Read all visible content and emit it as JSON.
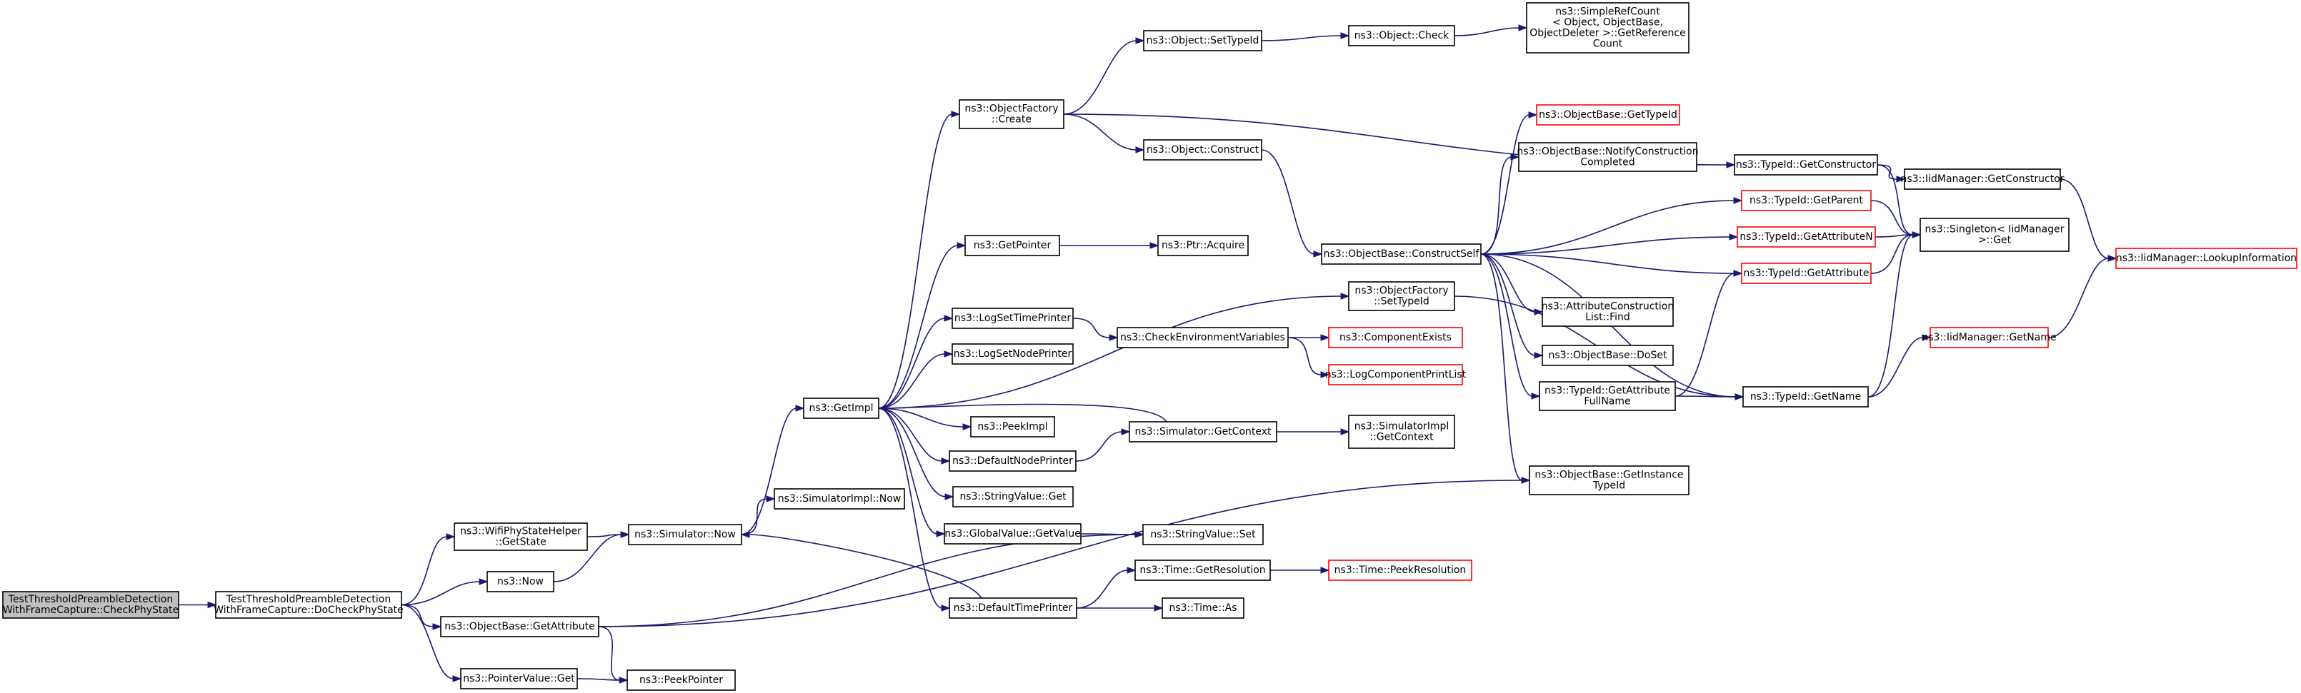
{
  "colors": {
    "edge": "#191970",
    "truncated_border": "#ff0000",
    "root_fill": "#bfbfbf"
  },
  "nodes": [
    {
      "id": "root",
      "lines": [
        "TestThresholdPreambleDetection",
        "WithFrameCapture::CheckPhyState"
      ],
      "style": "root"
    },
    {
      "id": "docheck",
      "lines": [
        "TestThresholdPreambleDetection",
        "WithFrameCapture::DoCheckPhyState"
      ]
    },
    {
      "id": "wifigetstate",
      "lines": [
        "ns3::WifiPhyStateHelper",
        "::GetState"
      ]
    },
    {
      "id": "now",
      "lines": [
        "ns3::Now"
      ]
    },
    {
      "id": "objbasegetattr",
      "lines": [
        "ns3::ObjectBase::GetAttribute"
      ]
    },
    {
      "id": "ptrvalget",
      "lines": [
        "ns3::PointerValue::Get"
      ]
    },
    {
      "id": "simnow",
      "lines": [
        "ns3::Simulator::Now"
      ]
    },
    {
      "id": "peekpointer",
      "lines": [
        "ns3::PeekPointer"
      ]
    },
    {
      "id": "simimplnow",
      "lines": [
        "ns3::SimulatorImpl::Now"
      ]
    },
    {
      "id": "getimpl",
      "lines": [
        "ns3::GetImpl"
      ]
    },
    {
      "id": "objfactcreate",
      "lines": [
        "ns3::ObjectFactory",
        "::Create"
      ]
    },
    {
      "id": "getpointer",
      "lines": [
        "ns3::GetPointer"
      ]
    },
    {
      "id": "logsettime",
      "lines": [
        "ns3::LogSetTimePrinter"
      ]
    },
    {
      "id": "logsetnode",
      "lines": [
        "ns3::LogSetNodePrinter"
      ]
    },
    {
      "id": "peekimpl",
      "lines": [
        "ns3::PeekImpl"
      ]
    },
    {
      "id": "defnodeprinter",
      "lines": [
        "ns3::DefaultNodePrinter"
      ]
    },
    {
      "id": "stringvalget",
      "lines": [
        "ns3::StringValue::Get"
      ]
    },
    {
      "id": "globalvalget",
      "lines": [
        "ns3::GlobalValue::GetValue"
      ]
    },
    {
      "id": "deftimeprinter",
      "lines": [
        "ns3::DefaultTimePrinter"
      ]
    },
    {
      "id": "objsettypeid",
      "lines": [
        "ns3::Object::SetTypeId"
      ]
    },
    {
      "id": "objconstruct",
      "lines": [
        "ns3::Object::Construct"
      ]
    },
    {
      "id": "ptracquire",
      "lines": [
        "ns3::Ptr::Acquire"
      ]
    },
    {
      "id": "objfactsettypeid",
      "lines": [
        "ns3::ObjectFactory",
        "::SetTypeId"
      ]
    },
    {
      "id": "checkenv",
      "lines": [
        "ns3::CheckEnvironmentVariables"
      ]
    },
    {
      "id": "simgetctx",
      "lines": [
        "ns3::Simulator::GetContext"
      ]
    },
    {
      "id": "stringvalset",
      "lines": [
        "ns3::StringValue::Set"
      ]
    },
    {
      "id": "timegetres",
      "lines": [
        "ns3::Time::GetResolution"
      ]
    },
    {
      "id": "timeas",
      "lines": [
        "ns3::Time::As"
      ]
    },
    {
      "id": "objcheck",
      "lines": [
        "ns3::Object::Check"
      ]
    },
    {
      "id": "constructself",
      "lines": [
        "ns3::ObjectBase::ConstructSelf"
      ]
    },
    {
      "id": "compexists",
      "lines": [
        "ns3::ComponentExists"
      ],
      "style": "truncated"
    },
    {
      "id": "logcompprint",
      "lines": [
        "ns3::LogComponentPrintList"
      ],
      "style": "truncated"
    },
    {
      "id": "simimplgetctx",
      "lines": [
        "ns3::SimulatorImpl",
        "::GetContext"
      ]
    },
    {
      "id": "timepeekres",
      "lines": [
        "ns3::Time::PeekResolution"
      ],
      "style": "truncated"
    },
    {
      "id": "simplerefcount",
      "lines": [
        "ns3::SimpleRefCount",
        "< Object, ObjectBase,",
        "ObjectDeleter >::GetReference",
        "Count"
      ]
    },
    {
      "id": "objbasegettypeid",
      "lines": [
        "ns3::ObjectBase::GetTypeId"
      ],
      "style": "truncated"
    },
    {
      "id": "notifyconstr",
      "lines": [
        "ns3::ObjectBase::NotifyConstruction",
        "Completed"
      ]
    },
    {
      "id": "attrconstrfind",
      "lines": [
        "ns3::AttributeConstruction",
        "List::Find"
      ]
    },
    {
      "id": "objbasedoset",
      "lines": [
        "ns3::ObjectBase::DoSet"
      ]
    },
    {
      "id": "typeidattrfullname",
      "lines": [
        "ns3::TypeId::GetAttribute",
        "FullName"
      ]
    },
    {
      "id": "getinstancetypeid",
      "lines": [
        "ns3::ObjectBase::GetInstance",
        "TypeId"
      ]
    },
    {
      "id": "typeidgetconstructor",
      "lines": [
        "ns3::TypeId::GetConstructor"
      ]
    },
    {
      "id": "typeidgetparent",
      "lines": [
        "ns3::TypeId::GetParent"
      ],
      "style": "truncated"
    },
    {
      "id": "typeidgetattrn",
      "lines": [
        "ns3::TypeId::GetAttributeN"
      ],
      "style": "truncated"
    },
    {
      "id": "typeidgetattr",
      "lines": [
        "ns3::TypeId::GetAttribute"
      ],
      "style": "truncated"
    },
    {
      "id": "typeidgetname",
      "lines": [
        "ns3::TypeId::GetName"
      ]
    },
    {
      "id": "iidmgrgetconstructor",
      "lines": [
        "ns3::IidManager::GetConstructor"
      ]
    },
    {
      "id": "singletonget",
      "lines": [
        "ns3::Singleton< IidManager",
        ">::Get"
      ]
    },
    {
      "id": "iidmgrgetname",
      "lines": [
        "ns3::IidManager::GetName"
      ],
      "style": "truncated"
    },
    {
      "id": "iidmgrlookup",
      "lines": [
        "ns3::IidManager::LookupInformation"
      ],
      "style": "truncated"
    }
  ],
  "edges": [
    [
      "root",
      "docheck"
    ],
    [
      "docheck",
      "wifigetstate"
    ],
    [
      "docheck",
      "now"
    ],
    [
      "docheck",
      "objbasegetattr"
    ],
    [
      "docheck",
      "ptrvalget"
    ],
    [
      "wifigetstate",
      "simnow"
    ],
    [
      "now",
      "simnow"
    ],
    [
      "objbasegetattr",
      "stringvalset"
    ],
    [
      "objbasegetattr",
      "getinstancetypeid"
    ],
    [
      "ptrvalget",
      "peekpointer"
    ],
    [
      "objbasegetattr",
      "peekpointer"
    ],
    [
      "simnow",
      "simimplnow"
    ],
    [
      "simnow",
      "getimpl"
    ],
    [
      "getimpl",
      "objfactcreate"
    ],
    [
      "getimpl",
      "getpointer"
    ],
    [
      "getimpl",
      "objfactsettypeid"
    ],
    [
      "getimpl",
      "logsettime"
    ],
    [
      "getimpl",
      "logsetnode"
    ],
    [
      "getimpl",
      "peekimpl"
    ],
    [
      "getimpl",
      "defnodeprinter"
    ],
    [
      "getimpl",
      "stringvalget"
    ],
    [
      "getimpl",
      "globalvalget"
    ],
    [
      "getimpl",
      "deftimeprinter"
    ],
    [
      "objfactcreate",
      "objsettypeid"
    ],
    [
      "objfactcreate",
      "objconstruct"
    ],
    [
      "objfactcreate",
      "typeidgetconstructor"
    ],
    [
      "objsettypeid",
      "objcheck"
    ],
    [
      "objcheck",
      "simplerefcount"
    ],
    [
      "objconstruct",
      "constructself"
    ],
    [
      "getpointer",
      "ptracquire"
    ],
    [
      "logsettime",
      "checkenv"
    ],
    [
      "checkenv",
      "compexists"
    ],
    [
      "checkenv",
      "logcompprint"
    ],
    [
      "defnodeprinter",
      "simgetctx"
    ],
    [
      "simgetctx",
      "getimpl"
    ],
    [
      "simgetctx",
      "simimplgetctx"
    ],
    [
      "globalvalget",
      "stringvalset"
    ],
    [
      "deftimeprinter",
      "simnow"
    ],
    [
      "deftimeprinter",
      "timegetres"
    ],
    [
      "deftimeprinter",
      "timeas"
    ],
    [
      "timegetres",
      "timepeekres"
    ],
    [
      "objfactsettypeid",
      "typeidgetname"
    ],
    [
      "constructself",
      "objbasegettypeid"
    ],
    [
      "constructself",
      "notifyconstr"
    ],
    [
      "constructself",
      "typeidgetparent"
    ],
    [
      "constructself",
      "typeidgetattrn"
    ],
    [
      "constructself",
      "typeidgetattr"
    ],
    [
      "constructself",
      "attrconstrfind"
    ],
    [
      "constructself",
      "objbasedoset"
    ],
    [
      "constructself",
      "typeidattrfullname"
    ],
    [
      "constructself",
      "getinstancetypeid"
    ],
    [
      "constructself",
      "typeidgetname"
    ],
    [
      "typeidattrfullname",
      "typeidgetattr"
    ],
    [
      "typeidattrfullname",
      "typeidgetname"
    ],
    [
      "typeidgetconstructor",
      "iidmgrgetconstructor"
    ],
    [
      "typeidgetconstructor",
      "singletonget"
    ],
    [
      "typeidgetparent",
      "singletonget"
    ],
    [
      "typeidgetattrn",
      "singletonget"
    ],
    [
      "typeidgetattr",
      "singletonget"
    ],
    [
      "typeidgetname",
      "singletonget"
    ],
    [
      "typeidgetname",
      "iidmgrgetname"
    ],
    [
      "iidmgrgetconstructor",
      "iidmgrlookup"
    ],
    [
      "iidmgrgetname",
      "iidmgrlookup"
    ]
  ]
}
